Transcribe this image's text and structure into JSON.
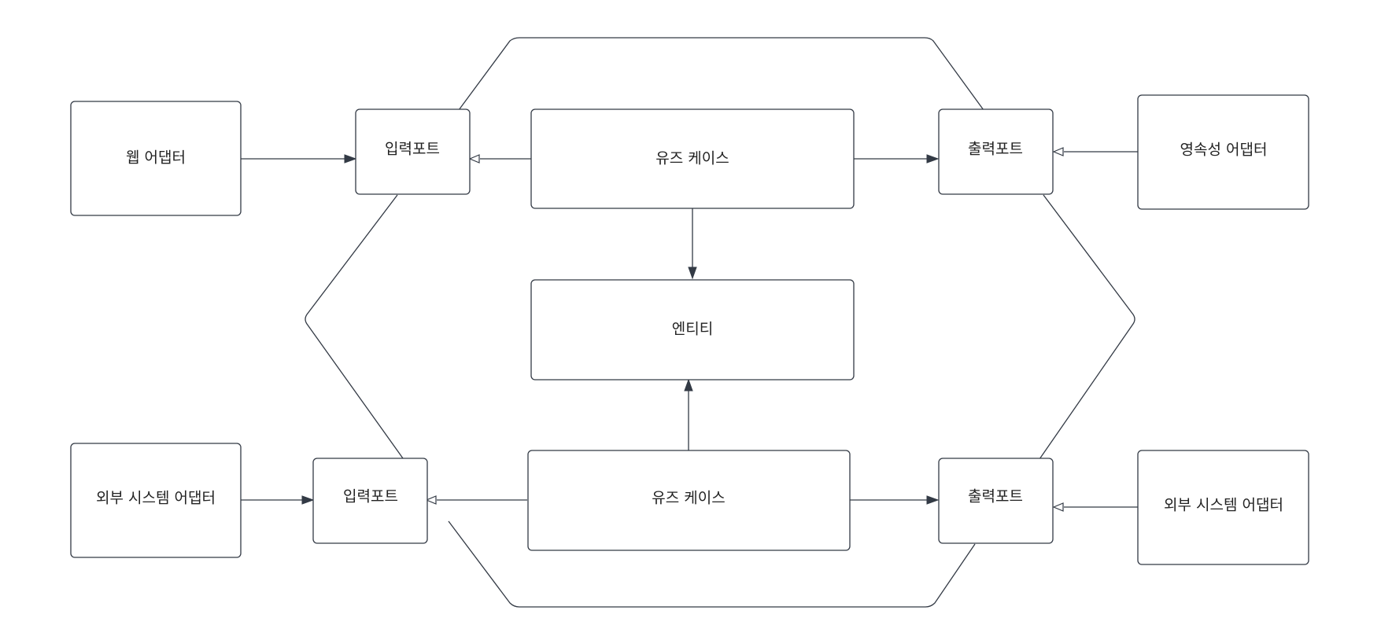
{
  "diagram": {
    "nodes": {
      "web_adapter": "웹 어댑터",
      "input_port_top": "입력포트",
      "usecase_top": "유즈 케이스",
      "output_port_top": "출력포트",
      "persistence_adapter": "영속성 어댑터",
      "entity": "엔티티",
      "external_adapter_left": "외부 시스템 어댑터",
      "input_port_bottom": "입력포트",
      "usecase_bottom": "유즈 케이스",
      "output_port_bottom": "출력포트",
      "external_adapter_right": "외부 시스템 어댑터"
    },
    "edges": [
      {
        "from": "web_adapter",
        "to": "input_port_top",
        "head": "filled"
      },
      {
        "from": "usecase_top",
        "to": "input_port_top",
        "head": "hollow"
      },
      {
        "from": "usecase_top",
        "to": "output_port_top",
        "head": "filled"
      },
      {
        "from": "persistence_adapter",
        "to": "output_port_top",
        "head": "hollow"
      },
      {
        "from": "usecase_top",
        "to": "entity",
        "head": "filled"
      },
      {
        "from": "usecase_bottom",
        "to": "entity",
        "head": "filled"
      },
      {
        "from": "external_adapter_left",
        "to": "input_port_bottom",
        "head": "filled"
      },
      {
        "from": "usecase_bottom",
        "to": "input_port_bottom",
        "head": "hollow"
      },
      {
        "from": "usecase_bottom",
        "to": "output_port_bottom",
        "head": "filled"
      },
      {
        "from": "external_adapter_right",
        "to": "output_port_bottom",
        "head": "hollow"
      }
    ]
  }
}
